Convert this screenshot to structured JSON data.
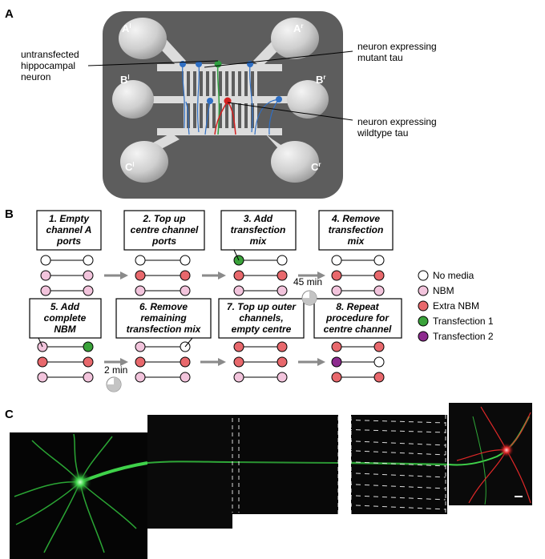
{
  "panels": {
    "a": "A",
    "b": "B",
    "c": "C"
  },
  "panel_a": {
    "ports": {
      "al": "A",
      "al_sup": "l",
      "ar": "A",
      "ar_sup": "r",
      "bl": "B",
      "bl_sup": "l",
      "br": "B",
      "br_sup": "r",
      "cl": "C",
      "cl_sup": "l",
      "cr": "C",
      "cr_sup": "r"
    },
    "labels": {
      "untransfected_1": "untransfected",
      "untransfected_2": "hippocampal",
      "untransfected_3": "neuron",
      "mutant_1": "neuron expressing",
      "mutant_2": "mutant tau",
      "wildtype_1": "neuron expressing",
      "wildtype_2": "wildtype tau"
    },
    "colors": {
      "device_bg": "#5d5d5d",
      "channel": "#dcdcdc",
      "untransfected": "#2f6fc4",
      "mutant": "#2e9e3f",
      "wildtype": "#d42020"
    }
  },
  "panel_b": {
    "steps": [
      {
        "line1": "1. Empty",
        "line2": "channel A",
        "line3": "ports"
      },
      {
        "line1": "2. Top up",
        "line2": "centre channel",
        "line3": "ports"
      },
      {
        "line1": "3. Add",
        "line2": "transfection",
        "line3": "mix"
      },
      {
        "line1": "4. Remove",
        "line2": "transfection",
        "line3": "mix"
      },
      {
        "line1": "5. Add",
        "line2": "complete",
        "line3": "NBM"
      },
      {
        "line1": "6. Remove",
        "line2": "remaining",
        "line3": "transfection mix"
      },
      {
        "line1": "7. Top up outer",
        "line2": "channels,",
        "line3": "empty centre"
      },
      {
        "line1": "8. Repeat",
        "line2": "procedure for",
        "line3": "centre channel"
      }
    ],
    "timers": {
      "t1": "45 min",
      "t2": "2 min"
    },
    "legend": [
      {
        "label": "No media",
        "color": "#ffffff"
      },
      {
        "label": "NBM",
        "color": "#f2c4dc"
      },
      {
        "label": "Extra NBM",
        "color": "#e8686c"
      },
      {
        "label": "Transfection 1",
        "color": "#3aa23a"
      },
      {
        "label": "Transfection 2",
        "color": "#8d2b8e"
      }
    ]
  },
  "panel_c": {
    "colors": {
      "neuron_green": "#3fd24a",
      "neuron_red": "#e02828",
      "background": "#050505"
    }
  }
}
